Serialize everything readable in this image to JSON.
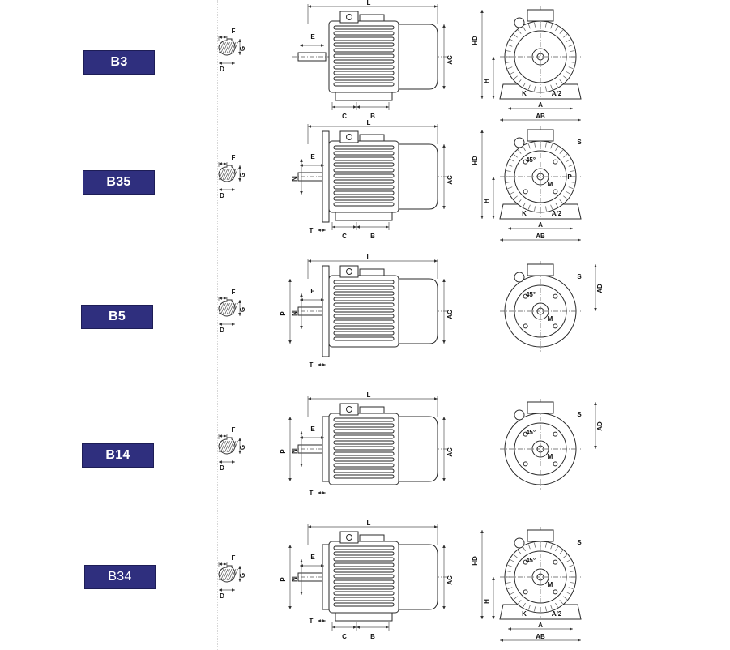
{
  "colors": {
    "badge": "#2f2f7e",
    "line": "#2a2a2a",
    "background": "#ffffff"
  },
  "rows": [
    {
      "badge": "B3",
      "shaft": {
        "f": "F",
        "g": "G",
        "d": "D"
      },
      "side": {
        "l": "L",
        "e": "E",
        "ac": "AC",
        "c": "C",
        "b": "B"
      },
      "front": {
        "hd": "HD",
        "h": "H",
        "k": "K",
        "a2": "A/2",
        "a": "A",
        "ab": "AB"
      }
    },
    {
      "badge": "B35",
      "shaft": {
        "f": "F",
        "g": "G",
        "d": "D"
      },
      "side": {
        "l": "L",
        "t": "T",
        "e": "E",
        "n": "N",
        "ac": "AC",
        "c": "C",
        "b": "B"
      },
      "front": {
        "hd": "HD",
        "h": "H",
        "s": "S",
        "angle": "45°",
        "m": "M",
        "p": "P",
        "k": "K",
        "a2": "A/2",
        "a": "A",
        "ab": "AB"
      }
    },
    {
      "badge": "B5",
      "shaft": {
        "f": "F",
        "g": "G",
        "d": "D"
      },
      "side": {
        "l": "L",
        "e": "E",
        "p": "P",
        "n": "N",
        "ac": "AC",
        "t": "T"
      },
      "front": {
        "s": "S",
        "ad": "AD",
        "angle": "45°",
        "m": "M"
      }
    },
    {
      "badge": "B14",
      "shaft": {
        "f": "F",
        "g": "G",
        "d": "D"
      },
      "side": {
        "l": "L",
        "e": "E",
        "p": "P",
        "n": "N",
        "ac": "AC",
        "t": "T"
      },
      "front": {
        "angle": "45°",
        "s": "S",
        "ad": "AD",
        "m": "M"
      }
    },
    {
      "badge": "B34",
      "shaft": {
        "f": "F",
        "g": "G",
        "d": "D"
      },
      "side": {
        "l": "L",
        "e": "E",
        "p": "P",
        "n": "N",
        "ac": "AC",
        "t": "T",
        "c": "C",
        "b": "B"
      },
      "front": {
        "angle": "45°",
        "s": "S",
        "hd": "HD",
        "m": "M",
        "h": "H",
        "k": "K",
        "a2": "A/2",
        "a": "A",
        "ab": "AB"
      }
    }
  ]
}
